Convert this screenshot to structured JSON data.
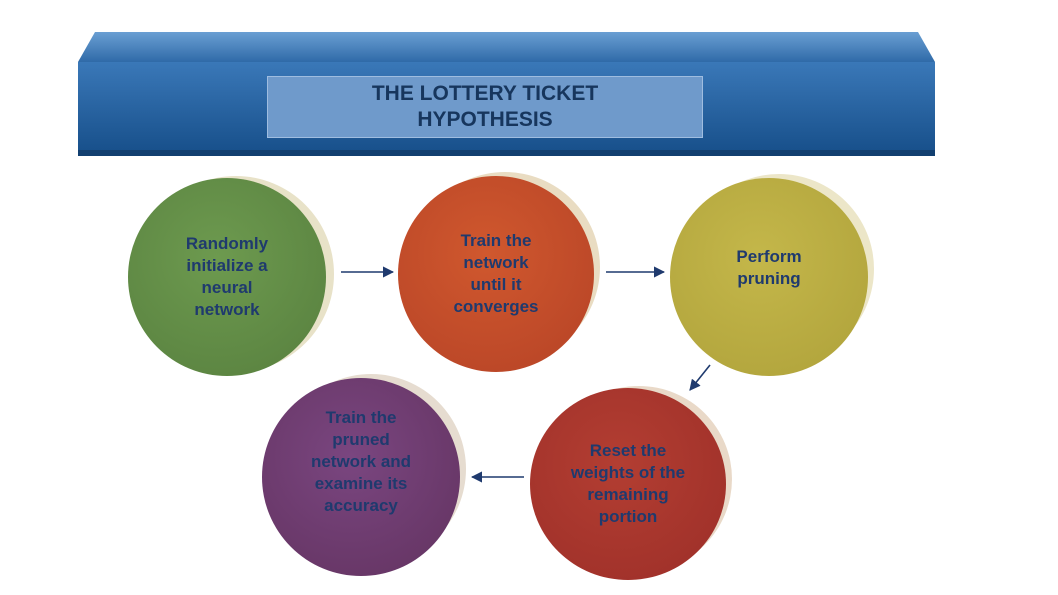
{
  "title": {
    "line1": "THE LOTTERY TICKET",
    "line2": "HYPOTHESIS"
  },
  "colors": {
    "banner": "#1f5a9a",
    "title_box": "#6f9acb",
    "text": "#1f3a6e",
    "arrow": "#1f3a6e",
    "step1": "#5e8b45",
    "step2": "#c24a2a",
    "step3": "#b8ab3e",
    "step4": "#a8352e",
    "step5": "#6c3a6e"
  },
  "steps": [
    {
      "label": "Randomly\ninitialize a\nneural\nnetwork"
    },
    {
      "label": "Train the\nnetwork\nuntil it\nconverges"
    },
    {
      "label": "Perform\npruning"
    },
    {
      "label": "Reset the\nweights of the\nremaining\nportion"
    },
    {
      "label": "Train the\npruned\nnetwork and\nexamine its\naccuracy"
    }
  ]
}
